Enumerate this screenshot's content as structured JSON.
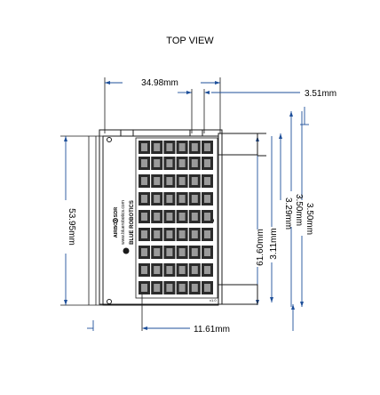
{
  "title": "TOP VIEW",
  "dimensions": {
    "width_top": "34.98mm",
    "height_left": "53.95mm",
    "offset_top_right": "3.51mm",
    "bottom_offset": "11.61mm",
    "r1": "61.60mm",
    "r2": "3.11mm",
    "r3": "3.29mm",
    "r4": "3.50mm",
    "r5": "3.50mm"
  },
  "silkscreen": {
    "product": "AIRBOX SDR",
    "url": "www.bluerobotics.com",
    "company": "BLUE ROBOTICS",
    "version": "v1.0"
  },
  "colors": {
    "line": "#1a1a1a",
    "dim_line": "#1d4f9a",
    "socket": "#2b2b2b",
    "socket_pad": "#9a9a9a"
  }
}
